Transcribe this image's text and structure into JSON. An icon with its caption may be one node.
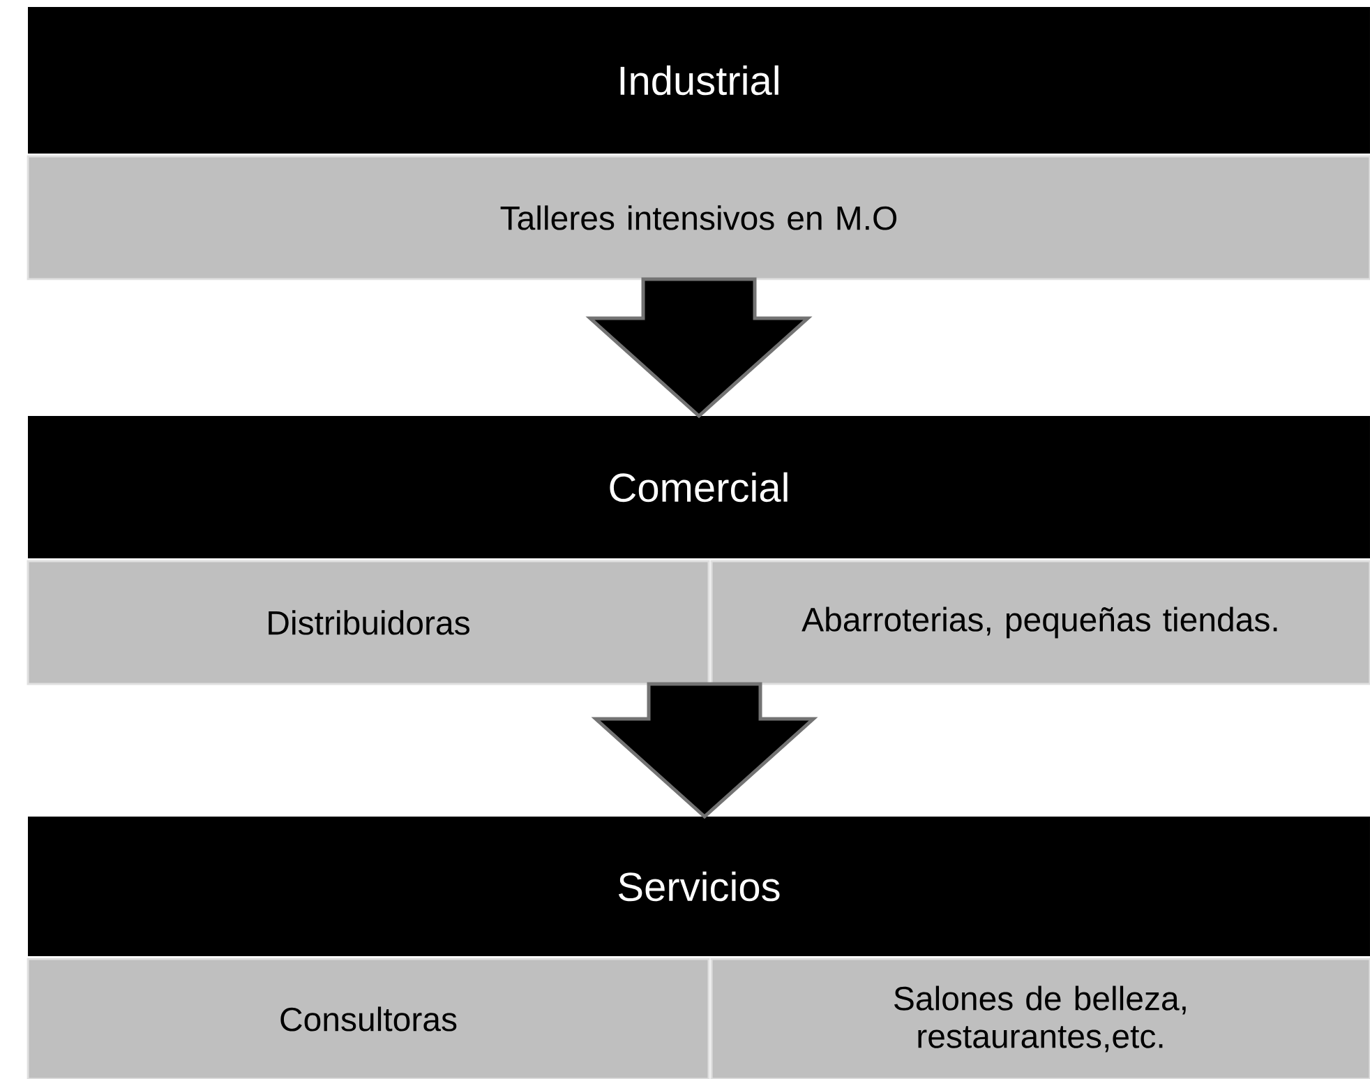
{
  "diagram": {
    "nodes": [
      {
        "text": [
          "Industrial"
        ]
      },
      {
        "text": [
          "Talleres intensivos en M.O"
        ]
      },
      {
        "text": [
          "Comercial"
        ]
      },
      {
        "text": [
          "Distribuidoras"
        ]
      },
      {
        "text": [
          "Abarroterias, pequeñas tiendas."
        ]
      },
      {
        "text": [
          "Servicios"
        ]
      },
      {
        "text": [
          "Consultoras"
        ]
      },
      {
        "text": [
          "Salones de belleza, restaurantes,etc."
        ]
      }
    ],
    "edges": [
      {
        "from": 1,
        "to": 2,
        "arrow": "to"
      },
      {
        "from": 3,
        "to": 5,
        "arrow": "to"
      },
      {
        "from": 4,
        "to": 5,
        "arrow": "to"
      }
    ]
  }
}
